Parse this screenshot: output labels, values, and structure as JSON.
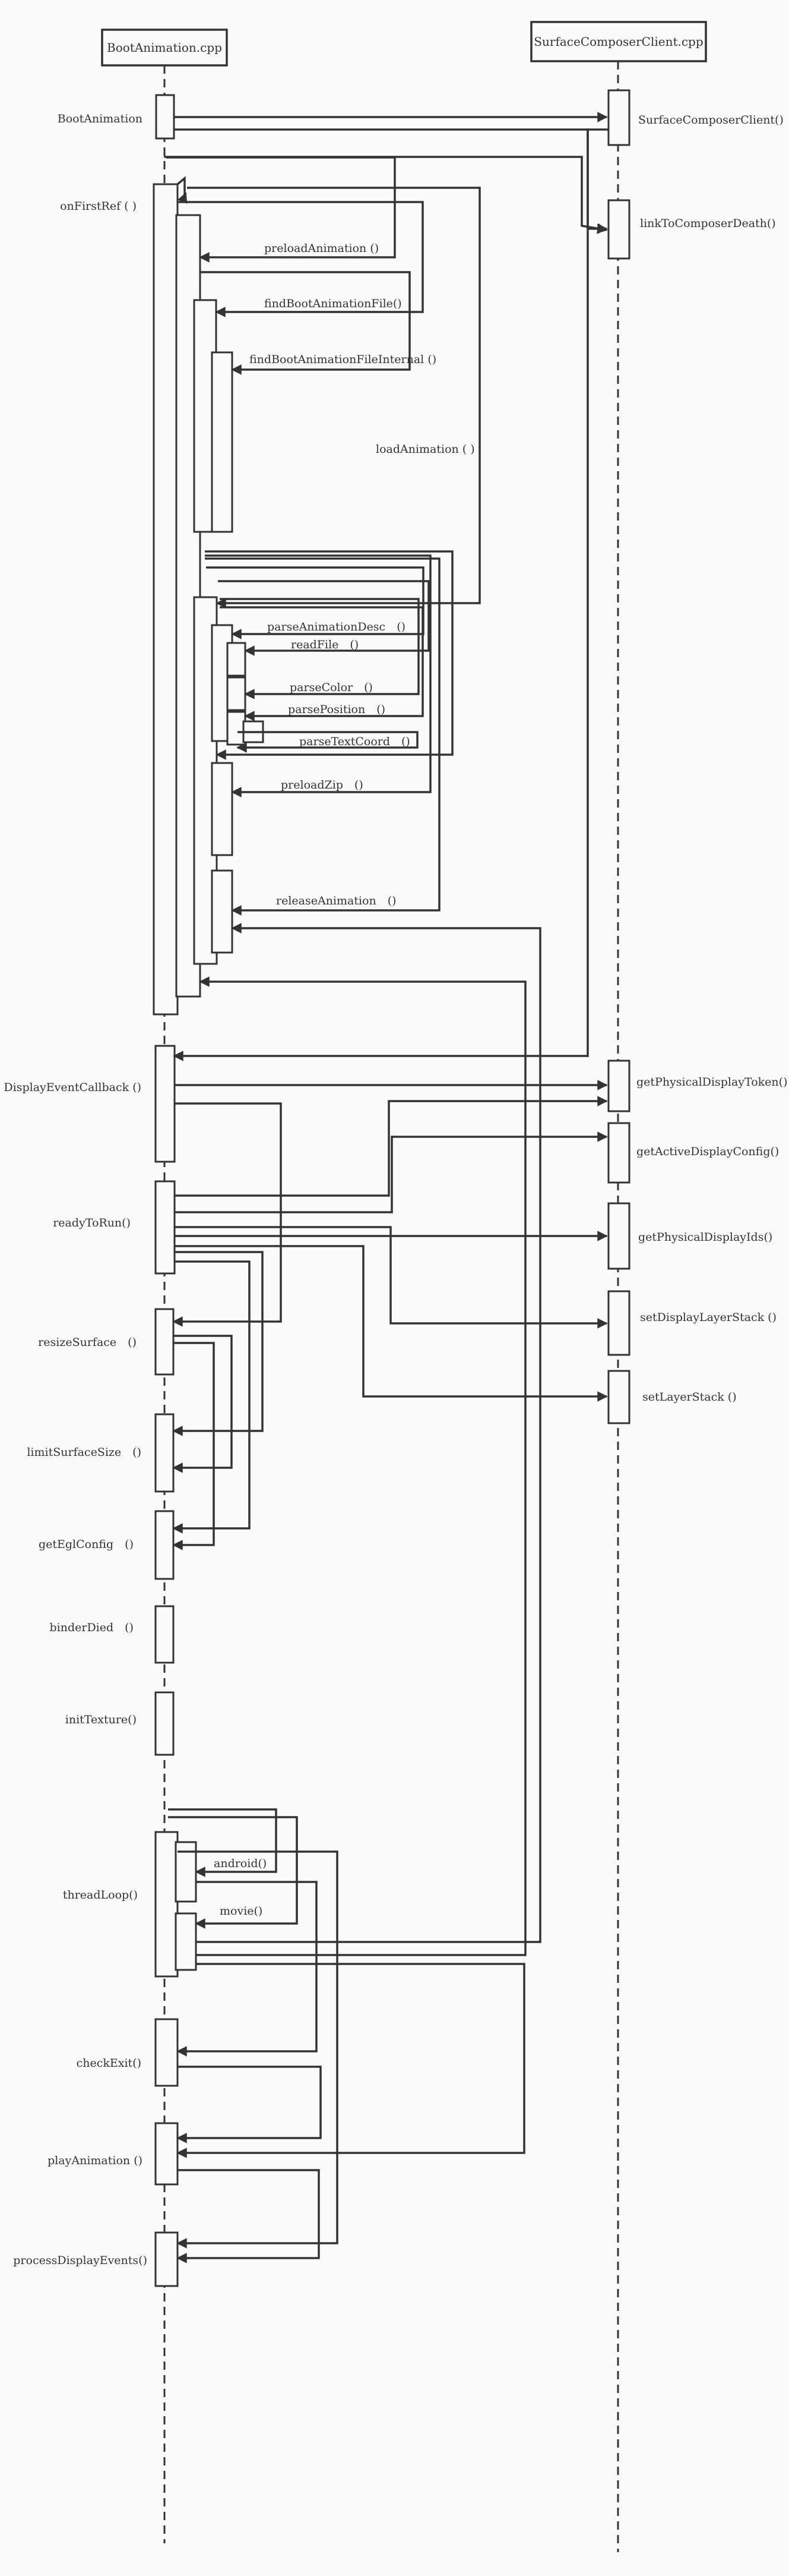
{
  "participants": {
    "left": "BootAnimation.cpp",
    "right": "SurfaceComposerClient.cpp"
  },
  "left_labels": {
    "boot_animation": "BootAnimation",
    "on_first_ref": "onFirstRef ( )",
    "display_event_callback": "DisplayEventCallback ()",
    "ready_to_run": "readyToRun()",
    "resize_surface": "resizeSurface　()",
    "limit_surface_size": "limitSurfaceSize　()",
    "get_egl_config": "getEglConfig　()",
    "binder_died": "binderDied　()",
    "init_texture": "initTexture()",
    "thread_loop": "threadLoop()",
    "check_exit": "checkExit()",
    "play_animation": "playAnimation ()",
    "process_display_events": "processDisplayEvents()"
  },
  "right_labels": {
    "surface_composer_client": "SurfaceComposerClient()",
    "link_to_composer_death": "linkToComposerDeath()",
    "get_physical_display_token": "getPhysicalDisplayToken()",
    "get_active_display_config": "getActiveDisplayConfig()",
    "get_physical_display_ids": "getPhysicalDisplayIds()",
    "set_display_layer_stack": "setDisplayLayerStack ()",
    "set_layer_stack": "setLayerStack ()"
  },
  "messages": {
    "preload_animation": "preloadAnimation ()",
    "find_boot_animation_file": "findBootAnimationFile()",
    "find_boot_animation_file_internal": "findBootAnimationFileInternal ()",
    "load_animation": "loadAnimation ( )",
    "parse_animation_desc": "parseAnimationDesc　()",
    "read_file": "readFile　()",
    "parse_color": "parseColor　()",
    "parse_position": "parsePosition　()",
    "parse_text_coord": "parseTextCoord　()",
    "preload_zip": "preloadZip　()",
    "release_animation": "releaseAnimation　()",
    "android": "android()",
    "movie": "movie()"
  }
}
